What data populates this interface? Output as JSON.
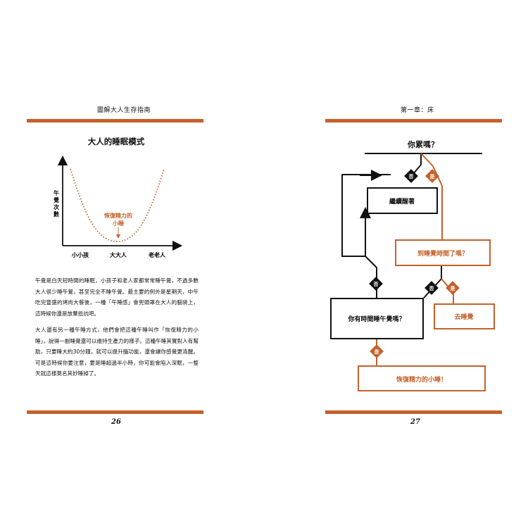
{
  "left_page": {
    "running_head": "圖解大人生存指南",
    "page_number": "26",
    "chart_data": {
      "type": "line",
      "title": "大人的睡眠模式",
      "ylabel": "午覺次數",
      "categories": [
        "小小孩",
        "大大人",
        "老老人"
      ],
      "series": [
        {
          "values": [
            9,
            0.5,
            9
          ]
        }
      ],
      "annotation": "恢復精力的小睡",
      "line_style": "dotted",
      "series_color": "#c5612b"
    },
    "paragraphs": [
      "午覺是白天短時間的睡眠，小孩子和老人家都常常睡午覺，不過多數大人很少睡午覺，甚至完全不睡午覺。最主要的例外是星期天，中午吃完豐盛的烤肉大餐後，一種「午睡感」會兜頭罩在大人的腦袋上，這時候你還是放棄抵抗吧。",
      "大人還有另一種午睡方式，他們會把這種午睡叫作「恢復精力的小睡」，說得一副睡覺還可以維持生產力的樣子。這種午睡其實對人有幫助，只要睡大約30分鐘，就可以提升腦功能，還會讓你感覺更清醒。可是這時候你要注意，要是睡超過半小時，你可能會陷入深眠，一整天就這樣莫名其妙睡掉了。"
    ]
  },
  "right_page": {
    "running_head": "第一章：床",
    "page_number": "27",
    "flowchart": {
      "start": "你累嗎？",
      "stay_awake": "繼續醒著",
      "bedtime_question": "到睡覺時間了嗎？",
      "nap_question": "你有時間睡午覺嗎？",
      "go_sleep": "去睡覺",
      "power_nap": "恢復精力的小睡！",
      "label_no": "否",
      "label_yes": "是"
    }
  },
  "colors": {
    "accent": "#c5612b",
    "ink": "#111111"
  }
}
